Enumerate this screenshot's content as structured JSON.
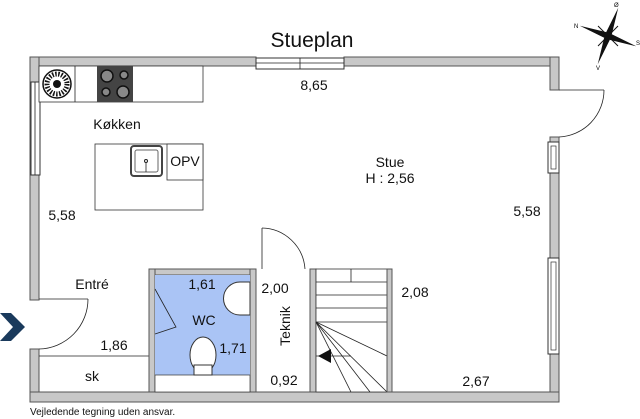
{
  "title": "Stueplan",
  "footer": "Vejledende tegning uden ansvar.",
  "compass": {
    "top": "Ø",
    "left": "N",
    "right": "S",
    "bottom": "V"
  },
  "rooms": {
    "kitchen": {
      "label": "Køkken",
      "island_label": "OPV"
    },
    "living": {
      "label": "Stue",
      "height": "H : 2,56"
    },
    "entry": {
      "label": "Entré",
      "closet": "sk"
    },
    "wc": {
      "label": "WC"
    },
    "technical": {
      "label": "Teknik"
    }
  },
  "dimensions": {
    "top_width": "8,65",
    "left_depth": "5,58",
    "right_depth": "5,58",
    "entry_width": "1,86",
    "wc_width": "1,61",
    "wc_depth": "1,71",
    "technical_depth": "2,00",
    "technical_width": "0,92",
    "stair_depth": "2,08",
    "living_lower_width": "2,67"
  },
  "colors": {
    "wc_floor": "#aac4f5",
    "entry_arrow": "#1a3a5c",
    "wall": "#c8c8c8"
  }
}
